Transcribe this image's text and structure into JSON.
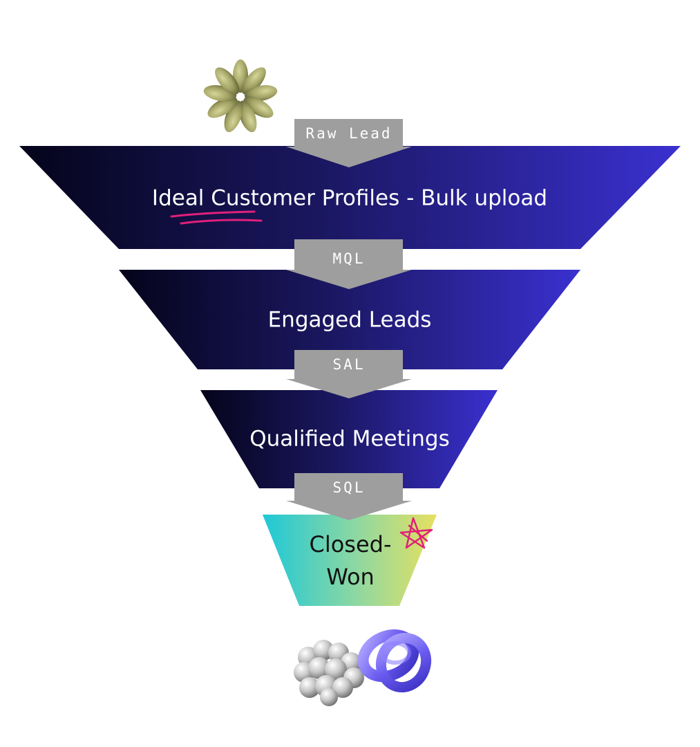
{
  "funnel": {
    "stages": [
      {
        "label": "Ideal Customer Profiles - Bulk upload"
      },
      {
        "label": "Engaged Leads"
      },
      {
        "label": "Qualified Meetings"
      },
      {
        "label_line1": "Closed-",
        "label_line2": "Won"
      }
    ],
    "tags": [
      {
        "label": "Raw Lead"
      },
      {
        "label": "MQL"
      },
      {
        "label": "SAL"
      },
      {
        "label": "SQL"
      }
    ]
  },
  "colors": {
    "stage_dark": "#05041a",
    "stage_bright": "#3a30d0",
    "tag_gray": "#9e9e9e",
    "final_cyan": "#1ec8d8",
    "final_yellow": "#e6e060",
    "accent_pink": "#e0207a",
    "ring_purple": "#6a5cf0"
  },
  "decorations": {
    "top_icon": "seed-flower-icon",
    "bottom_left_icon": "sphere-cluster-icon",
    "bottom_right_icon": "torus-knot-icon",
    "underline": "pink-underline-scribble",
    "star": "pink-star-scribble"
  }
}
